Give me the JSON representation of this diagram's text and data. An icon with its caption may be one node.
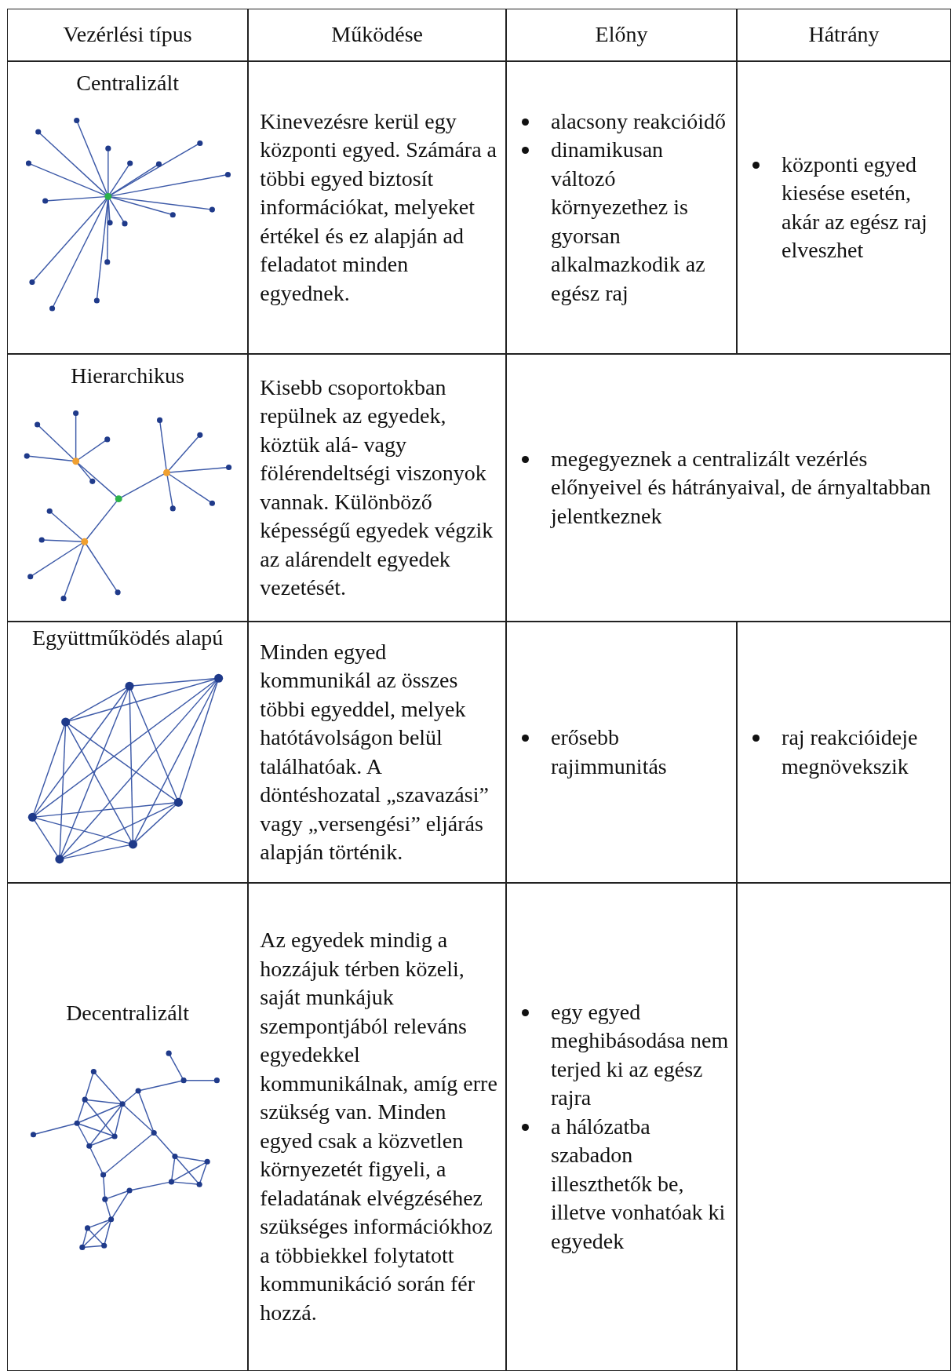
{
  "diagram": {
    "labels": [
      "Vezérlési típus",
      "Működése",
      "Előny",
      "Hátrány",
      "Centralizált",
      "Kinevezésre kerül egy központi egyed. Számára a többi egyed biztosít információkat, melyeket értékel és ez alapján ad feladatot minden egyednek.",
      "alacsony reakcióidő",
      "dinamikusan változó környezethez is gyorsan alkalmazkodik az egész raj",
      "központi egyed kiesése esetén, akár az egész raj elveszhet",
      "Hierarchikus",
      "Kisebb csoportokban repülnek az egyedek, köztük alá- vagy fölérendeltségi viszonyok vannak. Különböző képességű egyedek végzik az alárendelt egyedek vezetését.",
      "megegyeznek a centralizált vezérlés előnyeivel és hátrányaival, de árnyaltabban jelentkeznek",
      "Együttműködés alapú",
      "Minden egyed kommunikál az összes többi egyeddel, melyek hatótávolságon belül találhatóak. A döntéshozatal „szavazási” vagy „versengési” eljárás alapján történik.",
      "erősebb rajimmunitás",
      "raj reakcióideje megnövekszik",
      "Decentralizált",
      "Az egyedek mindig a hozzájuk térben közeli, saját munkájuk szempontjából releváns egyedekkel kommunikálnak, amíg erre szükség van. Minden egyed csak a közvetlen környezetét figyeli, a feladatának elvégzéséhez szükséges információkhoz a többiekkel folytatott kommunikáció során fér hozzá.",
      "egy egyed meghibásodása nem terjed ki az egész rajra",
      "a hálózatba szabadon illeszthetők be, illetve vonhatóak ki egyedek"
    ]
  }
}
